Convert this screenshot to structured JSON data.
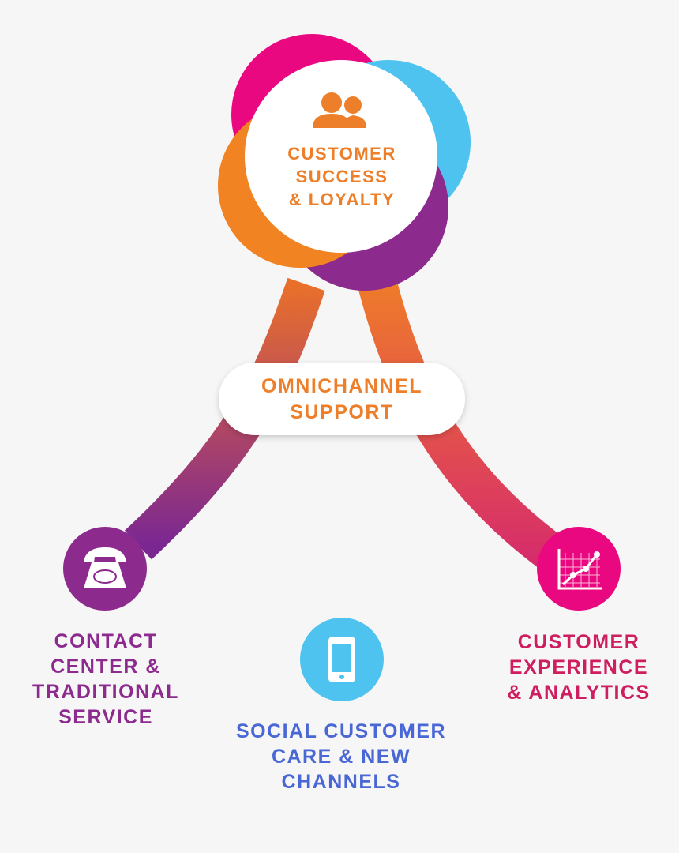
{
  "hub": {
    "label_lines": [
      "CUSTOMER",
      "SUCCESS",
      "& LOYALTY"
    ],
    "icon": "users-icon",
    "colors": {
      "magenta": "#e9087f",
      "blue": "#4ec3ef",
      "orange": "#f18322",
      "purple": "#8c2a8d",
      "text": "#ee7f2a"
    }
  },
  "omnichannel": {
    "label_lines": [
      "OMNICHANNEL",
      "SUPPORT"
    ],
    "color": "#ee7f2a"
  },
  "branches": {
    "left": {
      "label_lines": [
        "CONTACT",
        "CENTER &",
        "TRADITIONAL",
        "SERVICE"
      ],
      "icon": "telephone-icon",
      "color": "#8c2a8d"
    },
    "center": {
      "label_lines": [
        "SOCIAL CUSTOMER",
        "CARE & NEW",
        "CHANNELS"
      ],
      "icon": "smartphone-icon",
      "color": "#4ec3ef",
      "text_color": "#4a67d6"
    },
    "right": {
      "label_lines": [
        "CUSTOMER",
        "EXPERIENCE",
        "& ANALYTICS"
      ],
      "icon": "chart-icon",
      "color": "#e9087f",
      "text_color": "#cf1e60"
    }
  }
}
